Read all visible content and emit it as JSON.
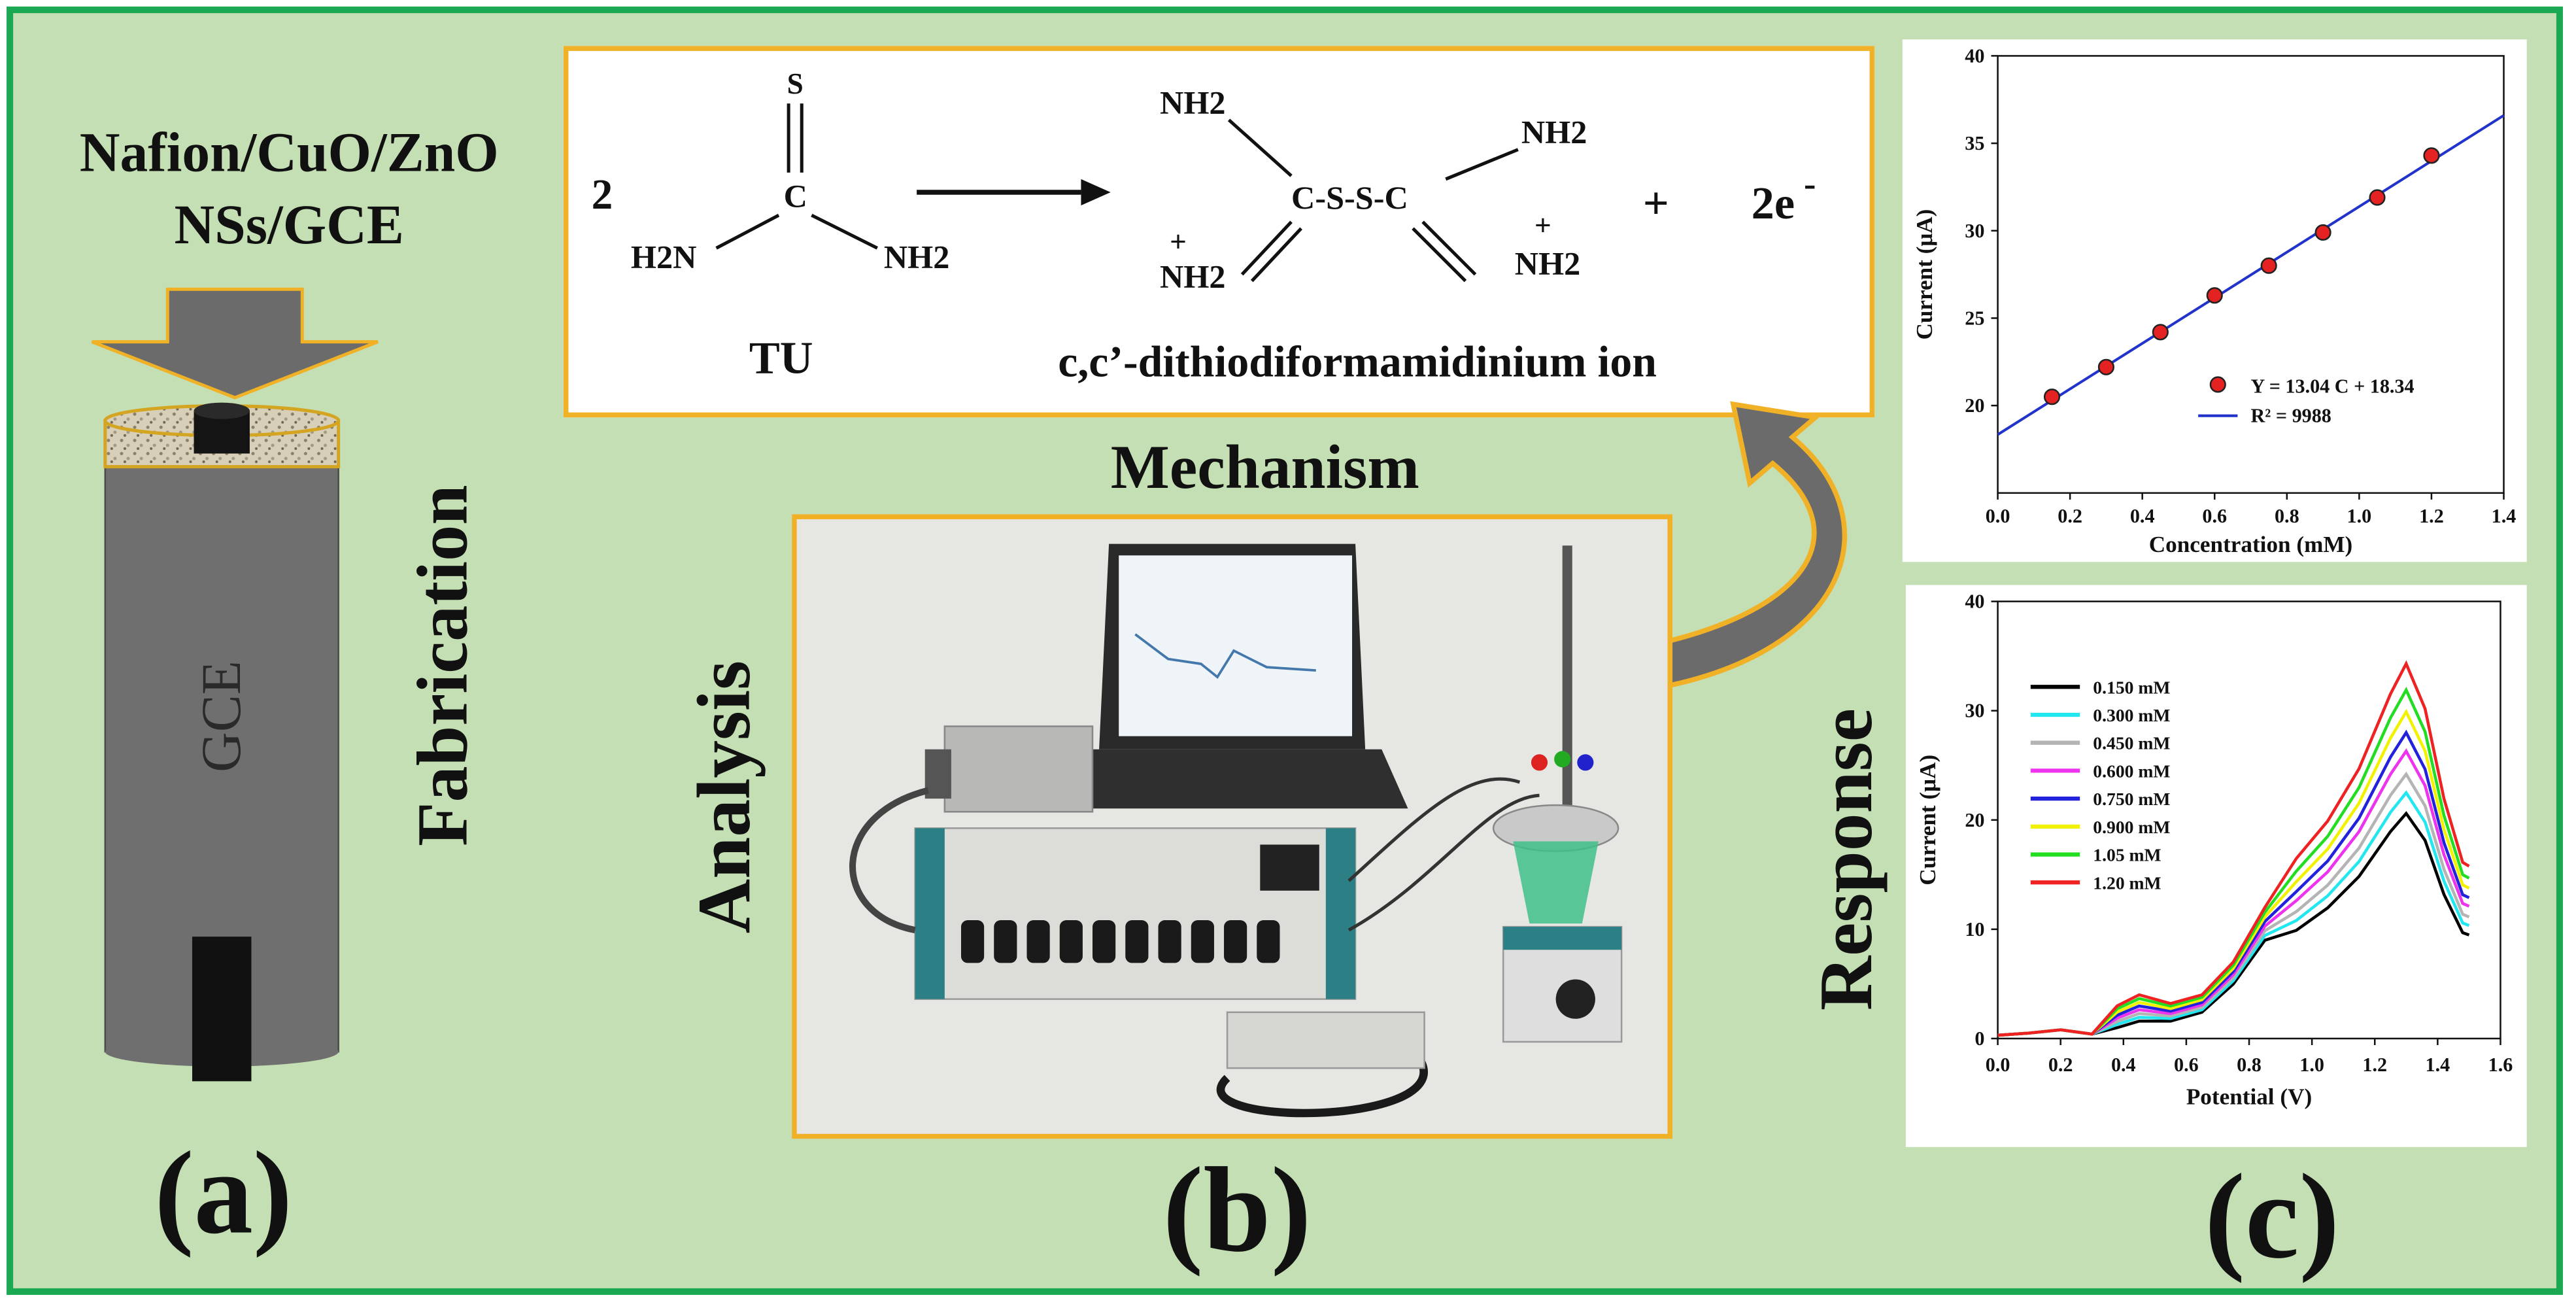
{
  "panel_a": {
    "electrode_title_line1": "Nafion/CuO/ZnO",
    "electrode_title_line2": "NSs/GCE",
    "electrode_body_label": "GCE",
    "side_label": "Fabrication",
    "panel_label": "(a)"
  },
  "panel_b": {
    "reaction": {
      "coefficient": "2",
      "reactant_name": "TU",
      "reactant_atoms": {
        "s": "S",
        "c": "C",
        "left": "H2N",
        "right": "NH2"
      },
      "product_atoms": {
        "nh2_top_left": "NH2",
        "nh2_top_right": "NH2",
        "core": "C-S-S-C",
        "nh2_bottom_left": "NH2",
        "nh2_bottom_right": "NH2",
        "plus_charge": "+"
      },
      "plus": "+",
      "electrons": "2e",
      "electron_charge": "-",
      "product_name": "c,c’-dithiodiformamidinium ion"
    },
    "mechanism_label": "Mechanism",
    "side_label": "Analysis",
    "panel_label": "(b)",
    "photo_icon": "electrochemical-workstation-photo"
  },
  "panel_c": {
    "side_label": "Response",
    "panel_label": "(c)"
  },
  "colors": {
    "background": "#c5dfb4",
    "border": "#1aa852",
    "highlight": "#f0b127",
    "arrow": "#6b6b6b"
  },
  "chart_data": [
    {
      "type": "scatter",
      "xlabel": "Concentration (mM)",
      "ylabel": "Current (μA)",
      "xlim": [
        0.0,
        1.4
      ],
      "ylim": [
        15,
        40
      ],
      "xticks": [
        "0.0",
        "0.2",
        "0.4",
        "0.6",
        "0.8",
        "1.0",
        "1.2",
        "1.4"
      ],
      "yticks": [
        "20",
        "25",
        "30",
        "35",
        "40"
      ],
      "points": [
        [
          0.15,
          20.5
        ],
        [
          0.3,
          22.2
        ],
        [
          0.45,
          24.2
        ],
        [
          0.6,
          26.3
        ],
        [
          0.75,
          28.0
        ],
        [
          0.9,
          29.9
        ],
        [
          1.05,
          31.9
        ],
        [
          1.2,
          34.3
        ]
      ],
      "fit": {
        "slope": 13.04,
        "intercept": 18.34
      },
      "legend": [
        {
          "name": "Y = 13.04 C + 18.34",
          "color": "#e52222"
        },
        {
          "name": "R² = 9988",
          "color": "#2233cc"
        }
      ],
      "grid": false
    },
    {
      "type": "line",
      "xlabel": "Potential (V)",
      "ylabel": "Current (μA)",
      "xlim": [
        0.0,
        1.6
      ],
      "ylim": [
        0,
        40
      ],
      "xticks": [
        "0.0",
        "0.2",
        "0.4",
        "0.6",
        "0.8",
        "1.0",
        "1.2",
        "1.4",
        "1.6"
      ],
      "yticks": [
        "0",
        "10",
        "20",
        "30",
        "40"
      ],
      "legend_position": "top-left",
      "grid": false,
      "series": [
        {
          "name": "0.150 mM",
          "color": "#000000",
          "peak": 20.6
        },
        {
          "name": "0.300 mM",
          "color": "#22e6f0",
          "peak": 22.5
        },
        {
          "name": "0.450 mM",
          "color": "#b4b4b4",
          "peak": 24.2
        },
        {
          "name": "0.600 mM",
          "color": "#ee33ee",
          "peak": 26.3
        },
        {
          "name": "0.750 mM",
          "color": "#2222dd",
          "peak": 28.0
        },
        {
          "name": "0.900 mM",
          "color": "#f2f200",
          "peak": 29.9
        },
        {
          "name": "1.05 mM",
          "color": "#22dd22",
          "peak": 31.9
        },
        {
          "name": "1.20 mM",
          "color": "#ee2222",
          "peak": 34.3
        }
      ]
    }
  ]
}
